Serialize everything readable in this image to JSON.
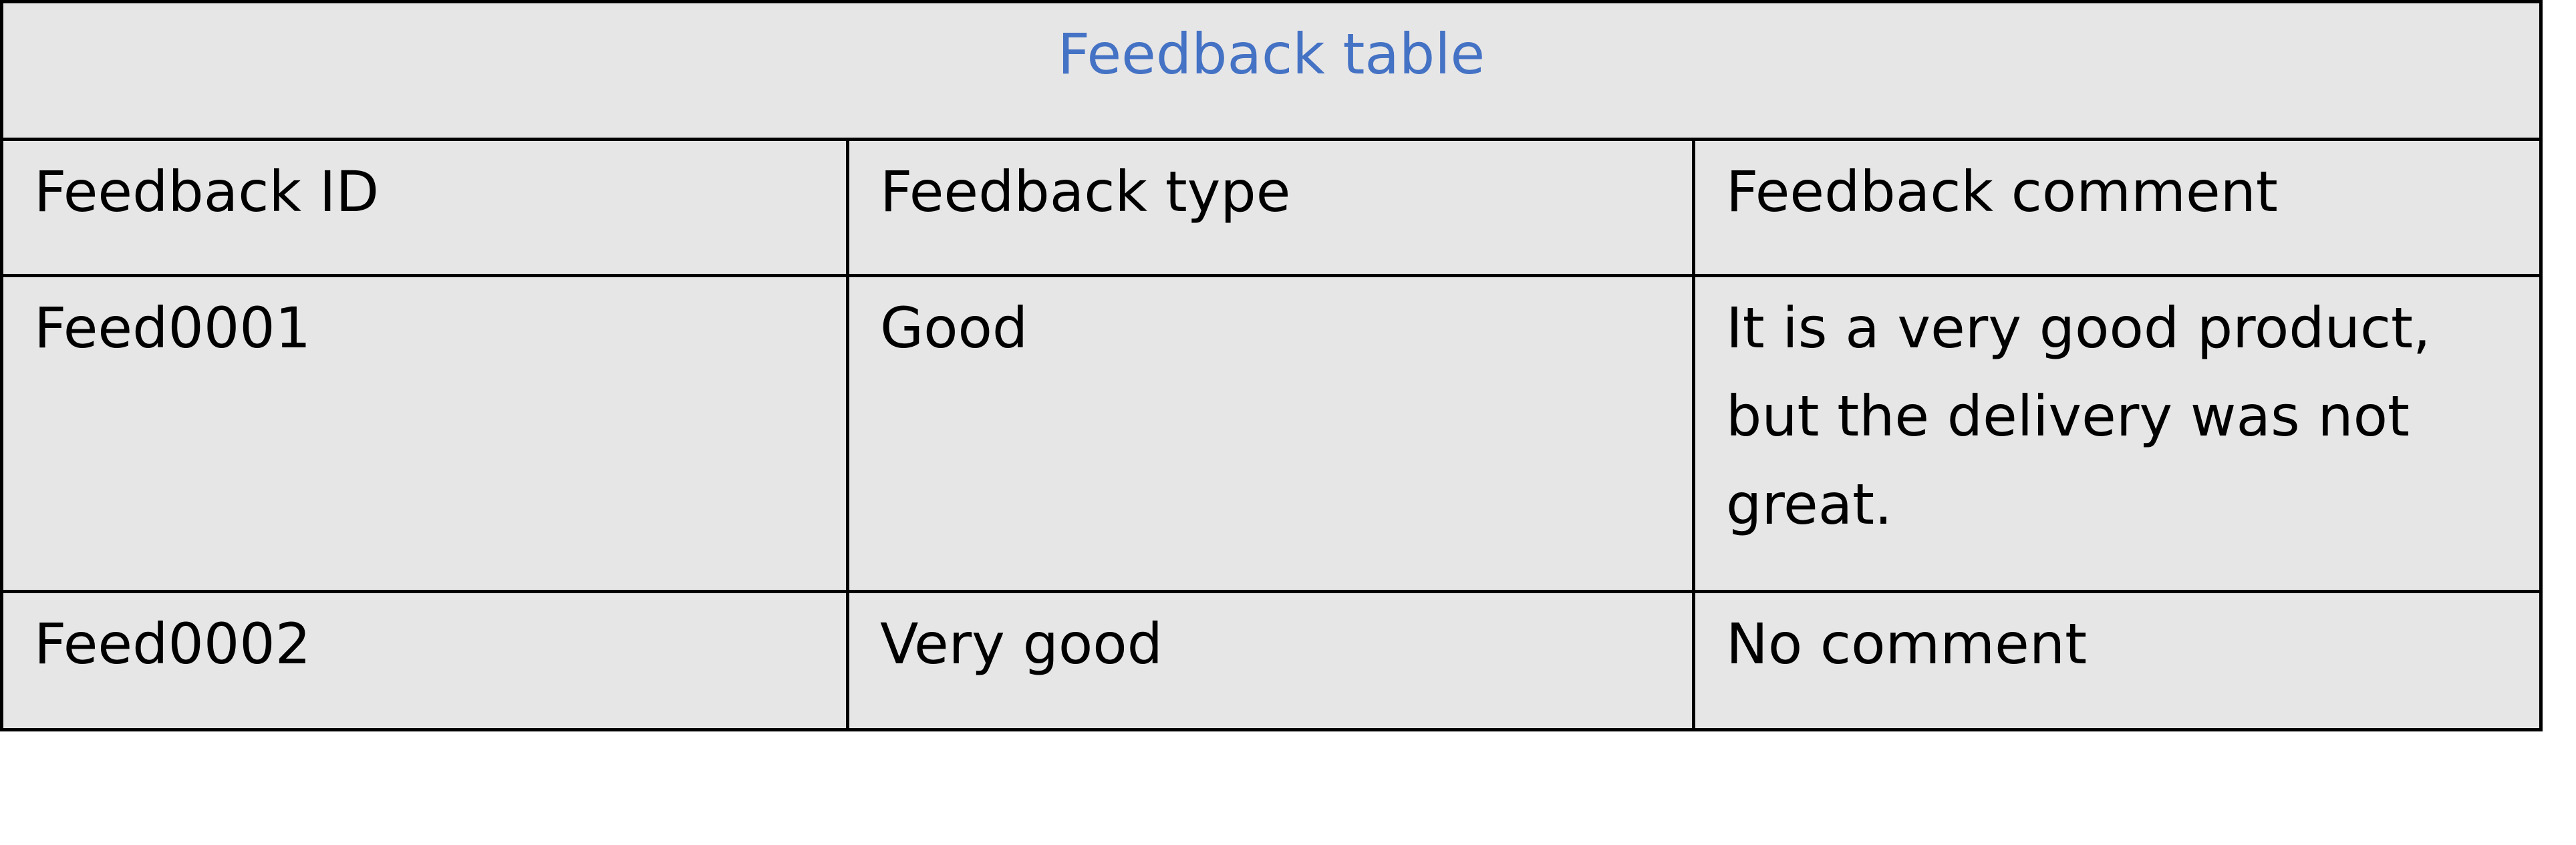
{
  "table": {
    "title": "Feedback table",
    "title_color": "#4472c4",
    "background_color": "#e7e6e6",
    "headers": [
      "Feedback ID",
      "Feedback type",
      "Feedback comment"
    ],
    "rows": [
      [
        "Feed0001",
        "Good",
        "It is a very good product, but the delivery was not great."
      ],
      [
        "Feed0002",
        "Very good",
        "No comment"
      ]
    ]
  }
}
